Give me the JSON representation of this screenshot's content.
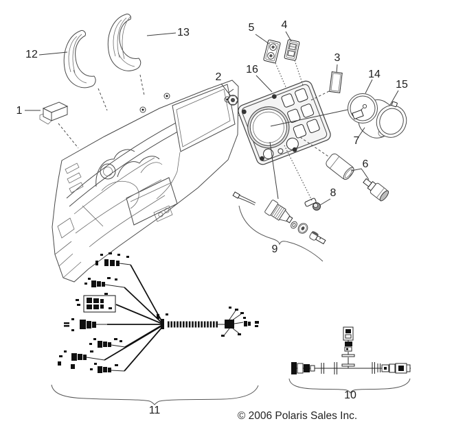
{
  "diagram": {
    "copyright": "© 2006 Polaris Sales Inc.",
    "callouts": [
      {
        "number": "1",
        "part": "mounting-pad"
      },
      {
        "number": "2",
        "part": "hex-nut"
      },
      {
        "number": "3",
        "part": "blank-plate"
      },
      {
        "number": "4",
        "part": "rocker-switch"
      },
      {
        "number": "5",
        "part": "switch-panel"
      },
      {
        "number": "6",
        "part": "accessory-outlet-and-plug"
      },
      {
        "number": "7",
        "part": "gauge-housing"
      },
      {
        "number": "8",
        "part": "screw"
      },
      {
        "number": "9",
        "part": "ignition-switch-assembly"
      },
      {
        "number": "10",
        "part": "jumper-harness"
      },
      {
        "number": "11",
        "part": "main-wiring-harness"
      },
      {
        "number": "12",
        "part": "handle-trim-small"
      },
      {
        "number": "13",
        "part": "handle-trim-large"
      },
      {
        "number": "14",
        "part": "fuel-gauge"
      },
      {
        "number": "15",
        "part": "gauge-retainer-cup"
      },
      {
        "number": "16",
        "part": "instrument-cluster-panel"
      }
    ]
  }
}
